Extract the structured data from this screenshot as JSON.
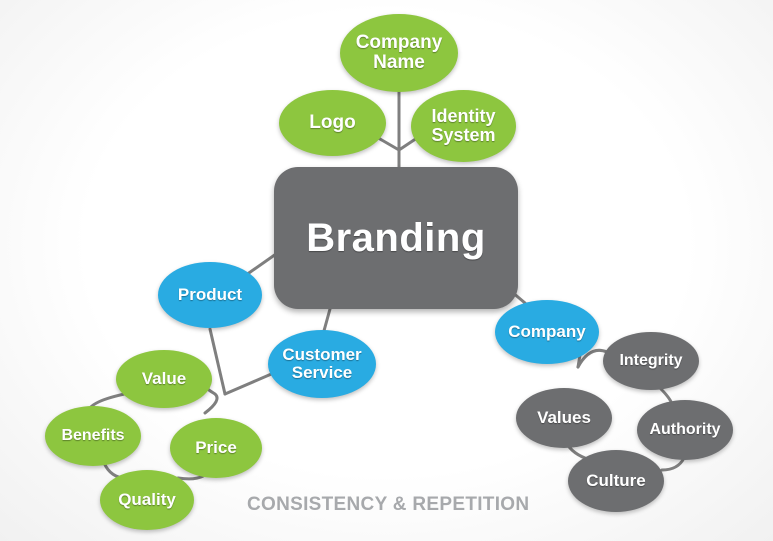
{
  "diagram": {
    "center": "Branding",
    "top_nodes": {
      "company_name": "Company\nName",
      "logo": "Logo",
      "identity_system": "Identity\nSystem"
    },
    "left_nodes": {
      "product": "Product",
      "customer_service": "Customer\nService",
      "value": "Value",
      "benefits": "Benefits",
      "price": "Price",
      "quality": "Quality"
    },
    "right_nodes": {
      "company": "Company",
      "integrity": "Integrity",
      "values": "Values",
      "authority": "Authority",
      "culture": "Culture"
    },
    "footer": "CONSISTENCY & REPETITION"
  },
  "colors": {
    "green": "#8dc63f",
    "blue": "#29abe2",
    "gray": "#6d6e70",
    "line": "#7f7f7f",
    "footer_text": "#a7a9ac"
  }
}
